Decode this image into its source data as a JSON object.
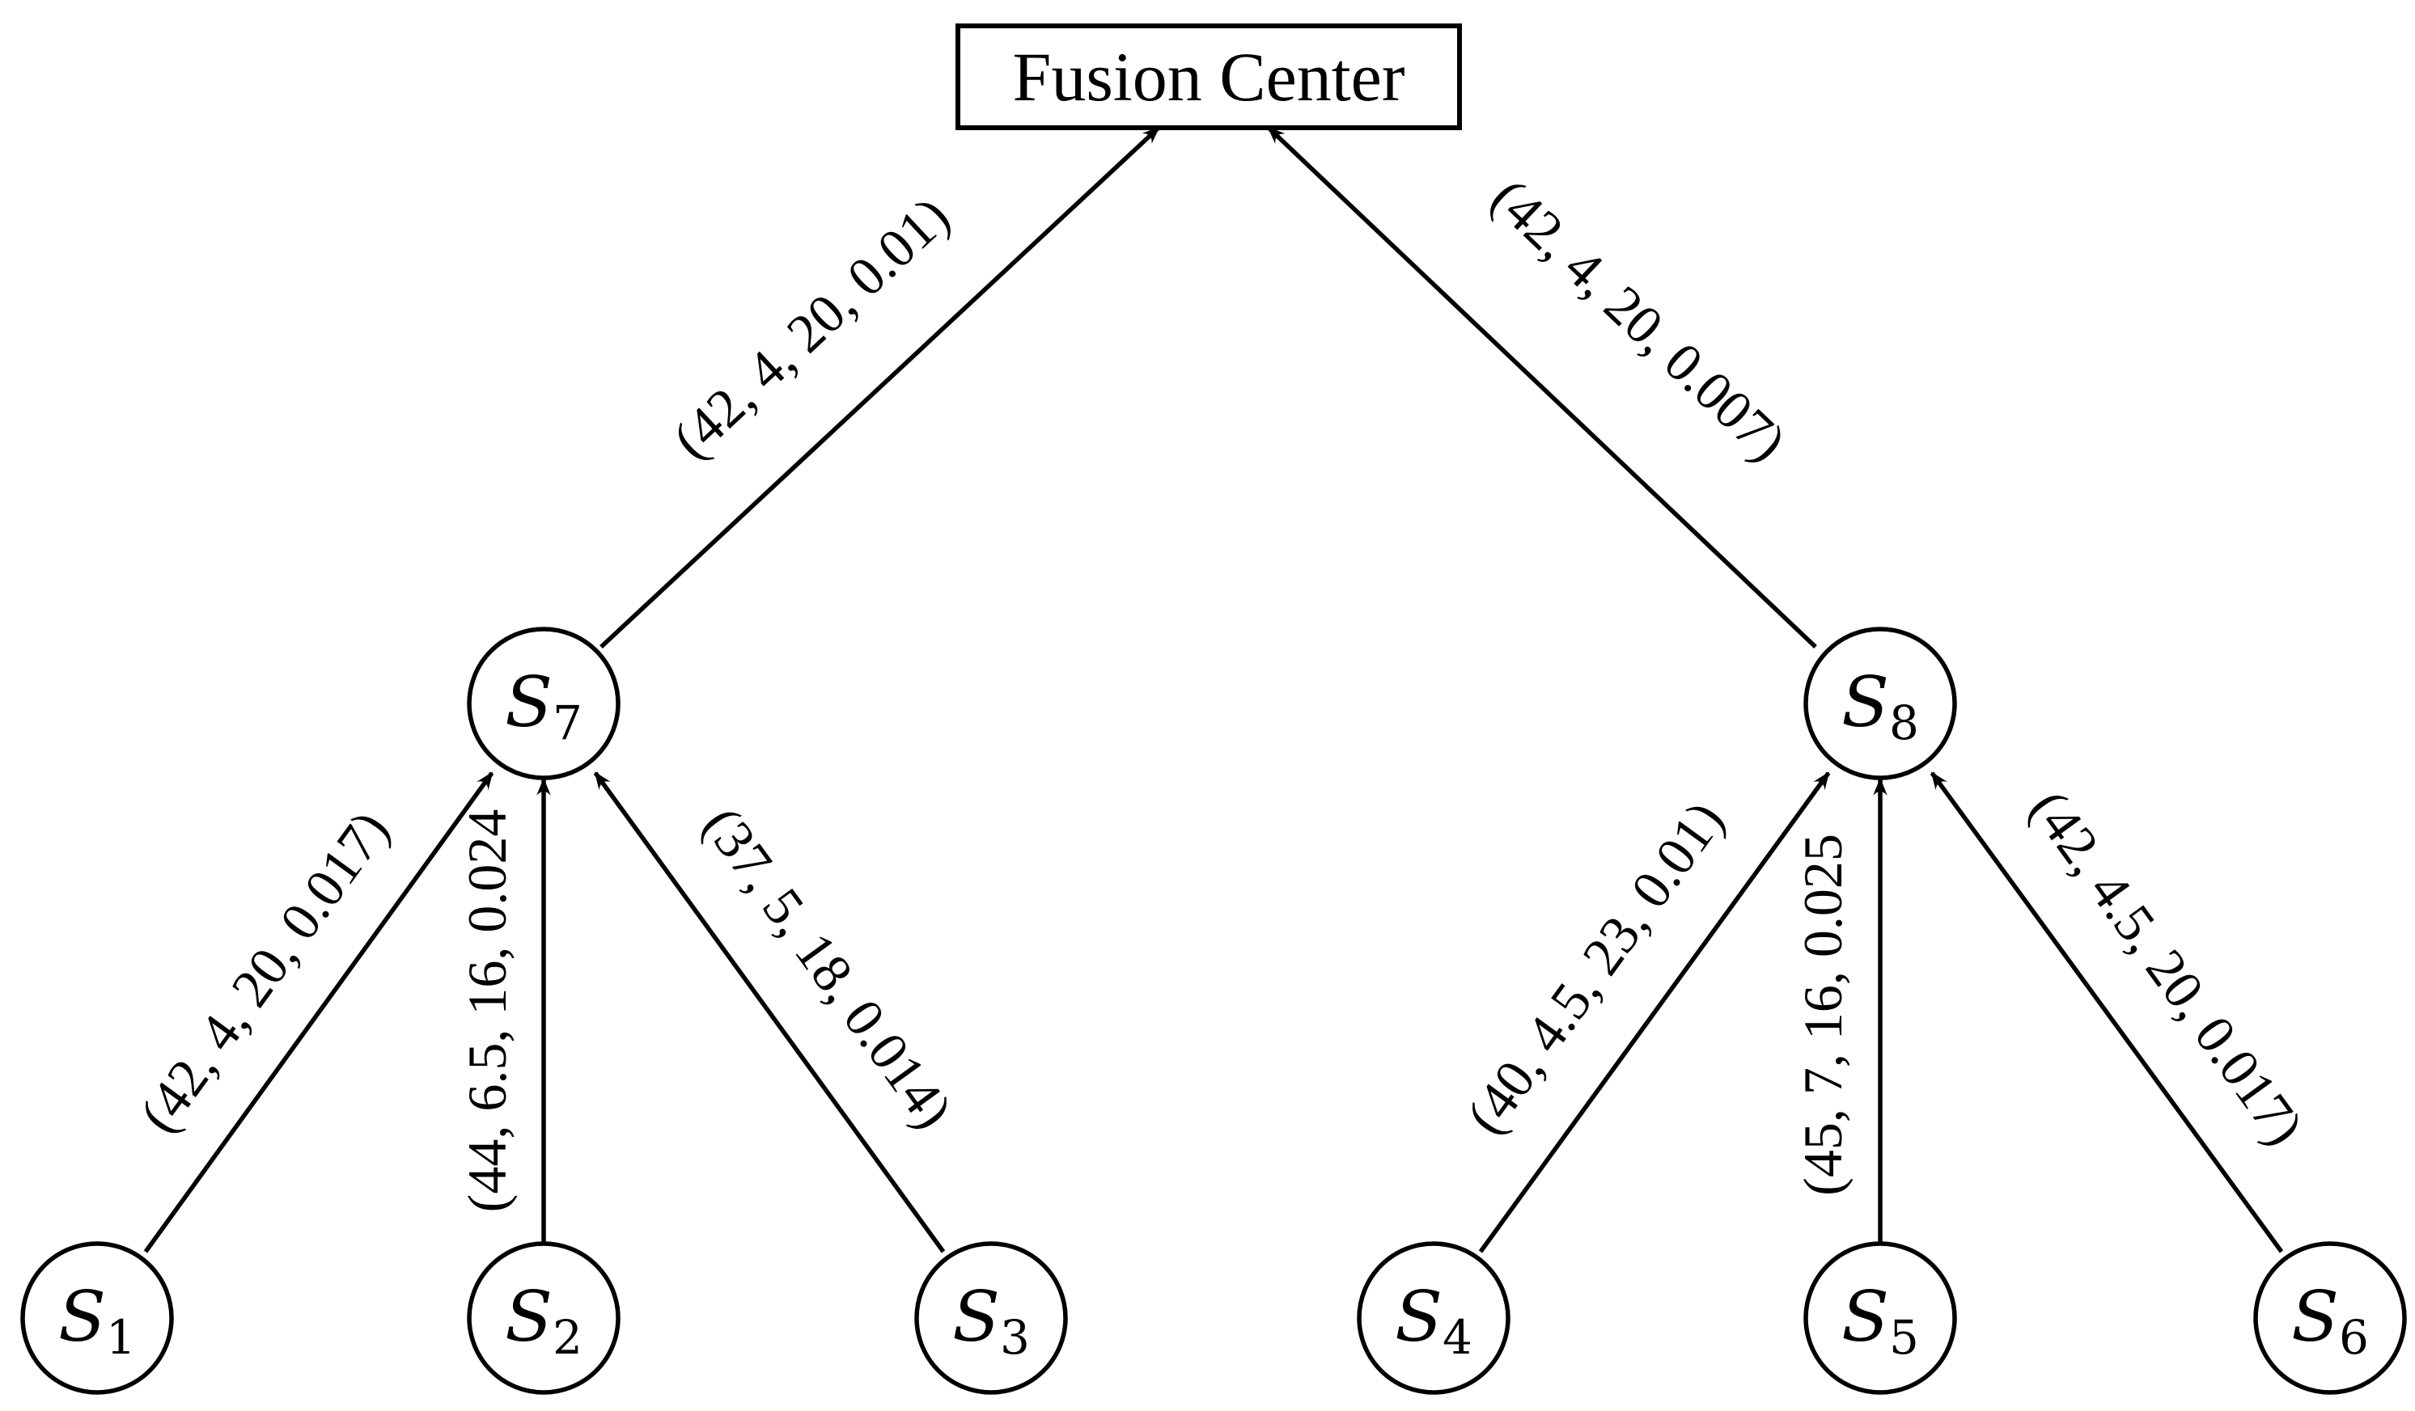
{
  "fusion_center": {
    "label": "Fusion Center"
  },
  "nodes": [
    {
      "id": "S1",
      "letter": "S",
      "sub": "1"
    },
    {
      "id": "S2",
      "letter": "S",
      "sub": "2"
    },
    {
      "id": "S3",
      "letter": "S",
      "sub": "3"
    },
    {
      "id": "S4",
      "letter": "S",
      "sub": "4"
    },
    {
      "id": "S5",
      "letter": "S",
      "sub": "5"
    },
    {
      "id": "S6",
      "letter": "S",
      "sub": "6"
    },
    {
      "id": "S7",
      "letter": "S",
      "sub": "7"
    },
    {
      "id": "S8",
      "letter": "S",
      "sub": "8"
    }
  ],
  "edges": [
    {
      "from": "S7",
      "to": "FC",
      "label": "(42, 4, 20, 0.01)"
    },
    {
      "from": "S8",
      "to": "FC",
      "label": "(42, 4, 20, 0.007)"
    },
    {
      "from": "S1",
      "to": "S7",
      "label": "(42, 4, 20, 0.017)"
    },
    {
      "from": "S2",
      "to": "S7",
      "label": "(44, 6.5, 16, 0.024"
    },
    {
      "from": "S3",
      "to": "S7",
      "label": "(37, 5, 18, 0.014)"
    },
    {
      "from": "S4",
      "to": "S8",
      "label": "(40, 4.5, 23, 0.01)"
    },
    {
      "from": "S5",
      "to": "S8",
      "label": "(45, 7, 16, 0.025"
    },
    {
      "from": "S6",
      "to": "S8",
      "label": "(42, 4.5, 20, 0.017)"
    }
  ]
}
